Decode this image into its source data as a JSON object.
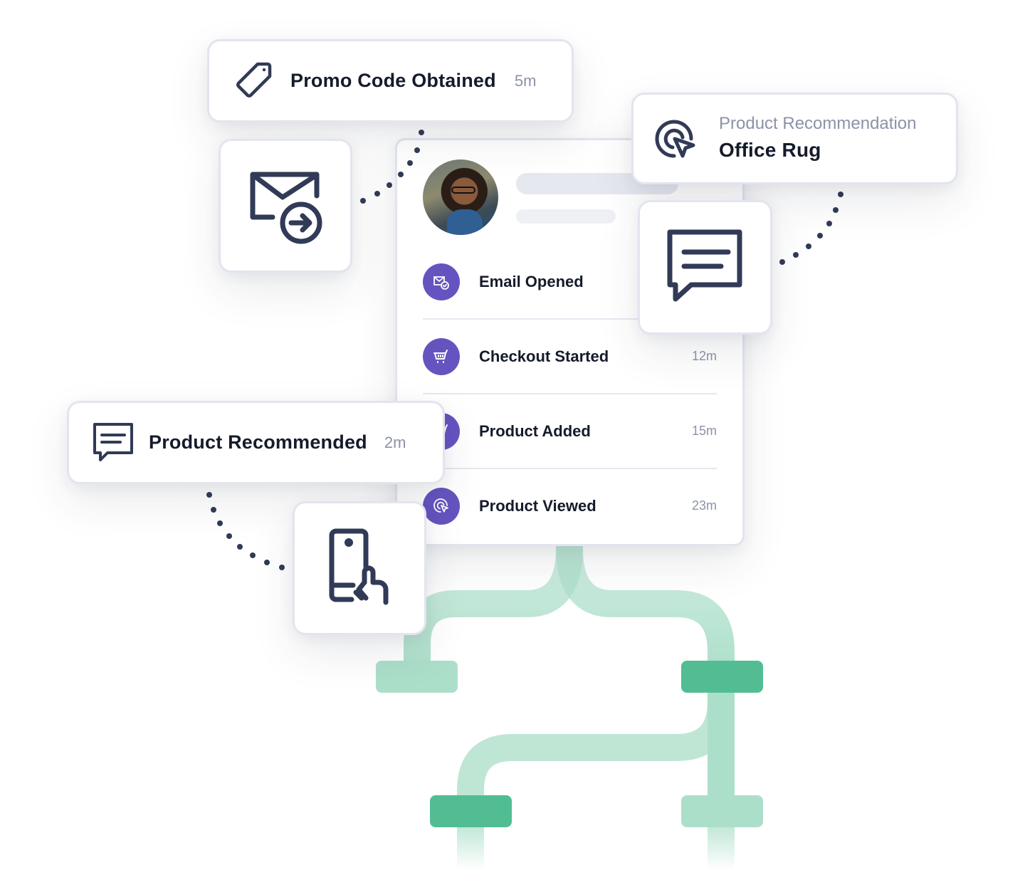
{
  "illustration": {
    "theme": {
      "accent": "#6554c0",
      "icon_stroke": "#313a56",
      "card_border": "#e3e4ee",
      "flow_light": "#acdfca",
      "flow_dark": "#52bd93"
    }
  },
  "promo_card": {
    "icon": "tag-icon",
    "title": "Promo Code Obtained",
    "time": "5m"
  },
  "recommendation_card": {
    "icon": "cursor-target-icon",
    "subtitle": "Product Recommendation",
    "title": "Office Rug"
  },
  "recommended_card": {
    "icon": "chat-bubble-icon",
    "title": "Product Recommended",
    "time": "2m"
  },
  "tiles": [
    {
      "icon": "email-send-icon"
    },
    {
      "icon": "chat-bubble-icon"
    },
    {
      "icon": "phone-tap-icon"
    }
  ],
  "profile": {
    "avatar": "customer-avatar",
    "events": [
      {
        "label": "Email Opened",
        "time": "",
        "icon": "email-check-icon"
      },
      {
        "label": "Checkout Started",
        "time": "12m",
        "icon": "cart-icon"
      },
      {
        "label": "Product Added",
        "time": "15m",
        "icon": "cart-icon"
      },
      {
        "label": "Product Viewed",
        "time": "23m",
        "icon": "cursor-target-icon"
      }
    ]
  }
}
